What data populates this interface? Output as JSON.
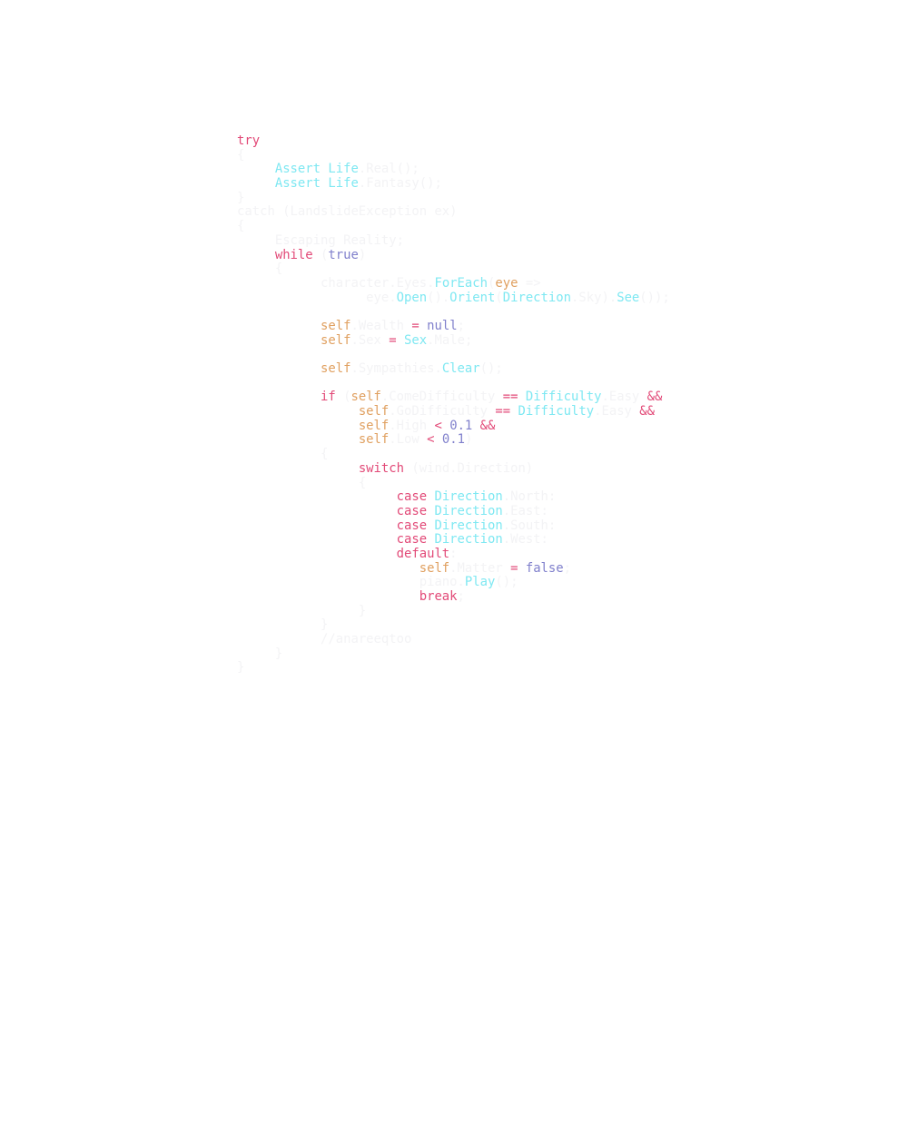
{
  "document": {
    "language": "C#",
    "colors": {
      "keyword": "#e24a78",
      "type": "#7fe8f2",
      "self": "#e0a060",
      "literal": "#8080cc",
      "operator": "#e24a78",
      "faint": "#f3f3f5"
    },
    "lines": [
      {
        "indent": 0,
        "tokens": [
          {
            "k": "kw",
            "t": "try"
          }
        ]
      },
      {
        "indent": 0,
        "tokens": [
          {
            "k": "faint",
            "t": "{"
          }
        ]
      },
      {
        "indent": 5,
        "tokens": [
          {
            "k": "type",
            "t": "Assert"
          },
          {
            "k": "faint",
            "t": " "
          },
          {
            "k": "type",
            "t": "Life"
          },
          {
            "k": "faint",
            "t": ".Real();"
          }
        ]
      },
      {
        "indent": 5,
        "tokens": [
          {
            "k": "type",
            "t": "Assert"
          },
          {
            "k": "faint",
            "t": " "
          },
          {
            "k": "type",
            "t": "Life"
          },
          {
            "k": "faint",
            "t": ".Fantasy();"
          }
        ]
      },
      {
        "indent": 0,
        "tokens": [
          {
            "k": "faint",
            "t": "}"
          }
        ]
      },
      {
        "indent": 0,
        "tokens": [
          {
            "k": "faint",
            "t": "catch (LandslideException ex)"
          }
        ]
      },
      {
        "indent": 0,
        "tokens": [
          {
            "k": "faint",
            "t": "{"
          }
        ]
      },
      {
        "indent": 5,
        "tokens": [
          {
            "k": "faint",
            "t": "Escaping Reality;"
          }
        ]
      },
      {
        "indent": 5,
        "tokens": [
          {
            "k": "kw",
            "t": "while"
          },
          {
            "k": "faint",
            "t": " ("
          },
          {
            "k": "lit",
            "t": "true"
          },
          {
            "k": "faint",
            "t": ")"
          }
        ]
      },
      {
        "indent": 5,
        "tokens": [
          {
            "k": "faint",
            "t": "{"
          }
        ]
      },
      {
        "indent": 11,
        "tokens": [
          {
            "k": "faint",
            "t": "character.Eyes."
          },
          {
            "k": "type",
            "t": "ForEach"
          },
          {
            "k": "faint",
            "t": "("
          },
          {
            "k": "self",
            "t": "eye"
          },
          {
            "k": "faint",
            "t": " =>"
          }
        ]
      },
      {
        "indent": 17,
        "tokens": [
          {
            "k": "faint",
            "t": "eye."
          },
          {
            "k": "type",
            "t": "Open"
          },
          {
            "k": "faint",
            "t": "()."
          },
          {
            "k": "type",
            "t": "Orient"
          },
          {
            "k": "faint",
            "t": "("
          },
          {
            "k": "type",
            "t": "Direction"
          },
          {
            "k": "faint",
            "t": ".Sky)."
          },
          {
            "k": "type",
            "t": "See"
          },
          {
            "k": "faint",
            "t": "());"
          }
        ]
      },
      {
        "indent": 0,
        "tokens": []
      },
      {
        "indent": 11,
        "tokens": [
          {
            "k": "self",
            "t": "self"
          },
          {
            "k": "faint",
            "t": ".Wealth "
          },
          {
            "k": "op",
            "t": "="
          },
          {
            "k": "faint",
            "t": " "
          },
          {
            "k": "lit",
            "t": "null"
          },
          {
            "k": "faint",
            "t": ";"
          }
        ]
      },
      {
        "indent": 11,
        "tokens": [
          {
            "k": "self",
            "t": "self"
          },
          {
            "k": "faint",
            "t": ".Sex "
          },
          {
            "k": "op",
            "t": "="
          },
          {
            "k": "faint",
            "t": " "
          },
          {
            "k": "type",
            "t": "Sex"
          },
          {
            "k": "faint",
            "t": ".Male;"
          }
        ]
      },
      {
        "indent": 0,
        "tokens": []
      },
      {
        "indent": 11,
        "tokens": [
          {
            "k": "self",
            "t": "self"
          },
          {
            "k": "faint",
            "t": ".Sympathies."
          },
          {
            "k": "type",
            "t": "Clear"
          },
          {
            "k": "faint",
            "t": "();"
          }
        ]
      },
      {
        "indent": 0,
        "tokens": []
      },
      {
        "indent": 11,
        "tokens": [
          {
            "k": "kw",
            "t": "if"
          },
          {
            "k": "faint",
            "t": " ("
          },
          {
            "k": "self",
            "t": "self"
          },
          {
            "k": "faint",
            "t": ".ComeDifficulty "
          },
          {
            "k": "op",
            "t": "=="
          },
          {
            "k": "faint",
            "t": " "
          },
          {
            "k": "type",
            "t": "Difficulty"
          },
          {
            "k": "faint",
            "t": ".Easy "
          },
          {
            "k": "op",
            "t": "&&"
          }
        ]
      },
      {
        "indent": 16,
        "tokens": [
          {
            "k": "self",
            "t": "self"
          },
          {
            "k": "faint",
            "t": ".GoDifficulty "
          },
          {
            "k": "op",
            "t": "=="
          },
          {
            "k": "faint",
            "t": " "
          },
          {
            "k": "type",
            "t": "Difficulty"
          },
          {
            "k": "faint",
            "t": ".Easy "
          },
          {
            "k": "op",
            "t": "&&"
          }
        ]
      },
      {
        "indent": 16,
        "tokens": [
          {
            "k": "self",
            "t": "self"
          },
          {
            "k": "faint",
            "t": ".High "
          },
          {
            "k": "op",
            "t": "<"
          },
          {
            "k": "faint",
            "t": " "
          },
          {
            "k": "lit",
            "t": "0.1"
          },
          {
            "k": "faint",
            "t": " "
          },
          {
            "k": "op",
            "t": "&&"
          }
        ]
      },
      {
        "indent": 16,
        "tokens": [
          {
            "k": "self",
            "t": "self"
          },
          {
            "k": "faint",
            "t": ".Low "
          },
          {
            "k": "op",
            "t": "<"
          },
          {
            "k": "faint",
            "t": " "
          },
          {
            "k": "lit",
            "t": "0.1"
          },
          {
            "k": "faint",
            "t": ")"
          }
        ]
      },
      {
        "indent": 11,
        "tokens": [
          {
            "k": "faint",
            "t": "{"
          }
        ]
      },
      {
        "indent": 16,
        "tokens": [
          {
            "k": "kw",
            "t": "switch"
          },
          {
            "k": "faint",
            "t": " (wind.Direction)"
          }
        ]
      },
      {
        "indent": 16,
        "tokens": [
          {
            "k": "faint",
            "t": "{"
          }
        ]
      },
      {
        "indent": 21,
        "tokens": [
          {
            "k": "kw",
            "t": "case"
          },
          {
            "k": "faint",
            "t": " "
          },
          {
            "k": "type",
            "t": "Direction"
          },
          {
            "k": "faint",
            "t": ".North:"
          }
        ]
      },
      {
        "indent": 21,
        "tokens": [
          {
            "k": "kw",
            "t": "case"
          },
          {
            "k": "faint",
            "t": " "
          },
          {
            "k": "type",
            "t": "Direction"
          },
          {
            "k": "faint",
            "t": ".East:"
          }
        ]
      },
      {
        "indent": 21,
        "tokens": [
          {
            "k": "kw",
            "t": "case"
          },
          {
            "k": "faint",
            "t": " "
          },
          {
            "k": "type",
            "t": "Direction"
          },
          {
            "k": "faint",
            "t": ".South:"
          }
        ]
      },
      {
        "indent": 21,
        "tokens": [
          {
            "k": "kw",
            "t": "case"
          },
          {
            "k": "faint",
            "t": " "
          },
          {
            "k": "type",
            "t": "Direction"
          },
          {
            "k": "faint",
            "t": ".West:"
          }
        ]
      },
      {
        "indent": 21,
        "tokens": [
          {
            "k": "kw",
            "t": "default"
          },
          {
            "k": "faint",
            "t": ":"
          }
        ]
      },
      {
        "indent": 24,
        "tokens": [
          {
            "k": "self",
            "t": "self"
          },
          {
            "k": "faint",
            "t": ".Matter "
          },
          {
            "k": "op",
            "t": "="
          },
          {
            "k": "faint",
            "t": " "
          },
          {
            "k": "lit",
            "t": "false"
          },
          {
            "k": "faint",
            "t": ";"
          }
        ]
      },
      {
        "indent": 24,
        "tokens": [
          {
            "k": "faint",
            "t": "piano."
          },
          {
            "k": "type",
            "t": "Play"
          },
          {
            "k": "faint",
            "t": "();"
          }
        ]
      },
      {
        "indent": 24,
        "tokens": [
          {
            "k": "kw",
            "t": "break"
          },
          {
            "k": "faint",
            "t": ";"
          }
        ]
      },
      {
        "indent": 16,
        "tokens": [
          {
            "k": "faint",
            "t": "}"
          }
        ]
      },
      {
        "indent": 11,
        "tokens": [
          {
            "k": "faint",
            "t": "}"
          }
        ]
      },
      {
        "indent": 11,
        "tokens": [
          {
            "k": "faint",
            "t": "//anareeqtoo"
          }
        ]
      },
      {
        "indent": 5,
        "tokens": [
          {
            "k": "faint",
            "t": "}"
          }
        ]
      },
      {
        "indent": 0,
        "tokens": [
          {
            "k": "faint",
            "t": "}"
          }
        ]
      }
    ]
  }
}
